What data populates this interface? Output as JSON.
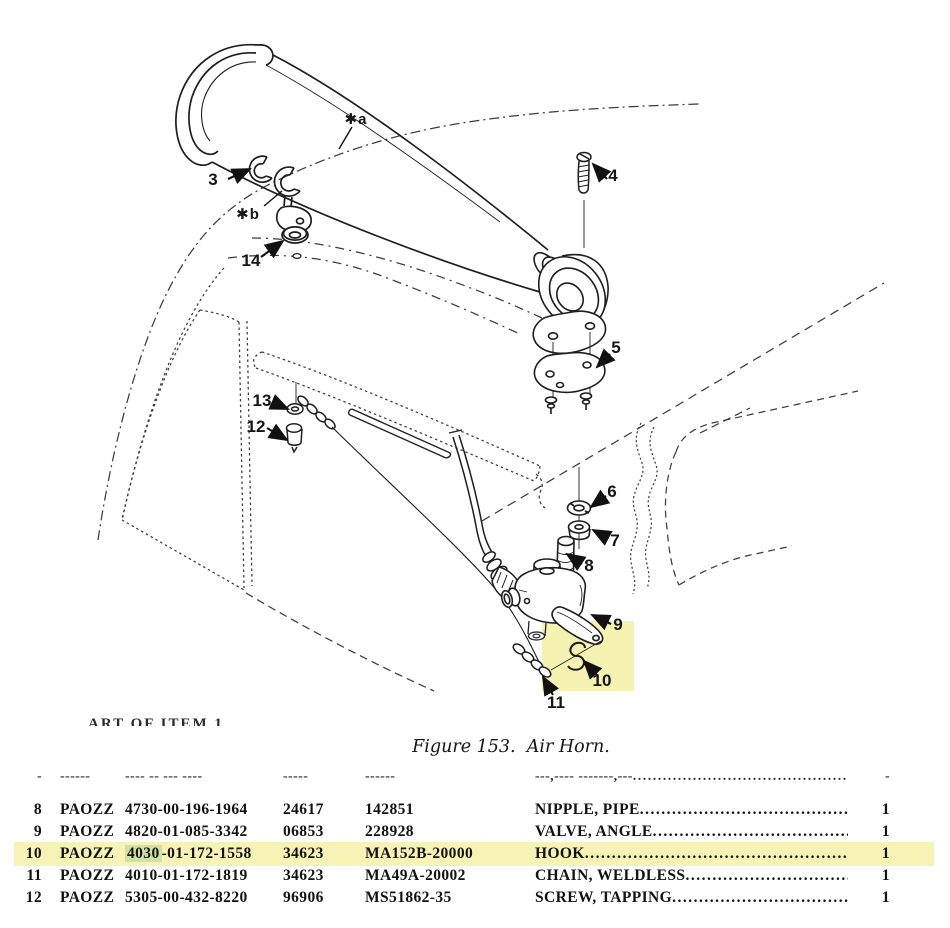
{
  "colors": {
    "row_highlight": "#f7f3b6",
    "term_highlight": "#cde2a4",
    "figure_highlight": "#f6f2b2"
  },
  "figure": {
    "caption": "Figure 153.  Air Horn.",
    "clipped_note": "ART OF ITEM 1",
    "callouts": [
      {
        "label": "3"
      },
      {
        "label": "✱a"
      },
      {
        "label": "✱b"
      },
      {
        "label": "14"
      },
      {
        "label": "4"
      },
      {
        "label": "5"
      },
      {
        "label": "13"
      },
      {
        "label": "12"
      },
      {
        "label": "6"
      },
      {
        "label": "7"
      },
      {
        "label": "8"
      },
      {
        "label": "9"
      },
      {
        "label": "10"
      },
      {
        "label": "11"
      }
    ]
  },
  "table": {
    "clipped_row": {
      "item": "-",
      "smr": "------",
      "nsn": "---- -- --- ----",
      "cagec": "-----",
      "part": "------",
      "desc": "---,---- -------,---",
      "qty": "-",
      "leader": true
    },
    "rows": [
      {
        "item": "8",
        "smr": "PAOZZ",
        "nsn": "4730-00-196-1964",
        "cagec": "24617",
        "part": "142851",
        "desc": "NIPPLE, PIPE",
        "qty": "1",
        "highlight": false
      },
      {
        "item": "9",
        "smr": "PAOZZ",
        "nsn": "4820-01-085-3342",
        "cagec": "06853",
        "part": "228928",
        "desc": "VALVE, ANGLE",
        "qty": "1",
        "highlight": false
      },
      {
        "item": "10",
        "smr": "PAOZZ",
        "nsn": "4030-01-172-1558",
        "nsn_hl": "4030",
        "cagec": "34623",
        "part": "MA152B-20000",
        "desc": "HOOK",
        "qty": "1",
        "highlight": true
      },
      {
        "item": "11",
        "smr": "PAOZZ",
        "nsn": "4010-01-172-1819",
        "cagec": "34623",
        "part": "MA49A-20002",
        "desc": "CHAIN, WELDLESS",
        "qty": "1",
        "highlight": false
      },
      {
        "item": "12",
        "smr": "PAOZZ",
        "nsn": "5305-00-432-8220",
        "cagec": "96906",
        "part": "MS51862-35",
        "desc": "SCREW, TAPPING",
        "qty": "1",
        "highlight": false
      }
    ]
  }
}
